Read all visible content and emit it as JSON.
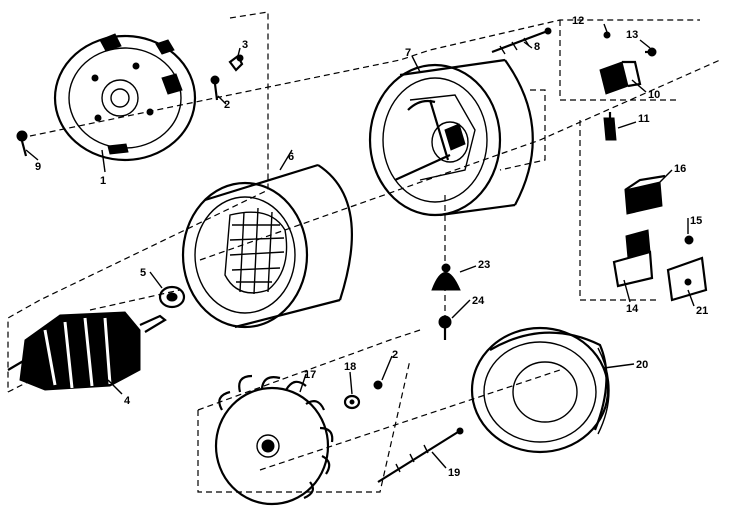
{
  "callouts": {
    "c1": "1",
    "c2a": "2",
    "c2b": "2",
    "c3": "3",
    "c4": "4",
    "c5": "5",
    "c6": "6",
    "c7": "7",
    "c8": "8",
    "c9": "9",
    "c10": "10",
    "c11": "11",
    "c12": "12",
    "c13": "13",
    "c14": "14",
    "c15": "15",
    "c16": "16",
    "c17": "17",
    "c18": "18",
    "c19": "19",
    "c20": "20",
    "c21": "21",
    "c23": "23",
    "c24": "24"
  }
}
